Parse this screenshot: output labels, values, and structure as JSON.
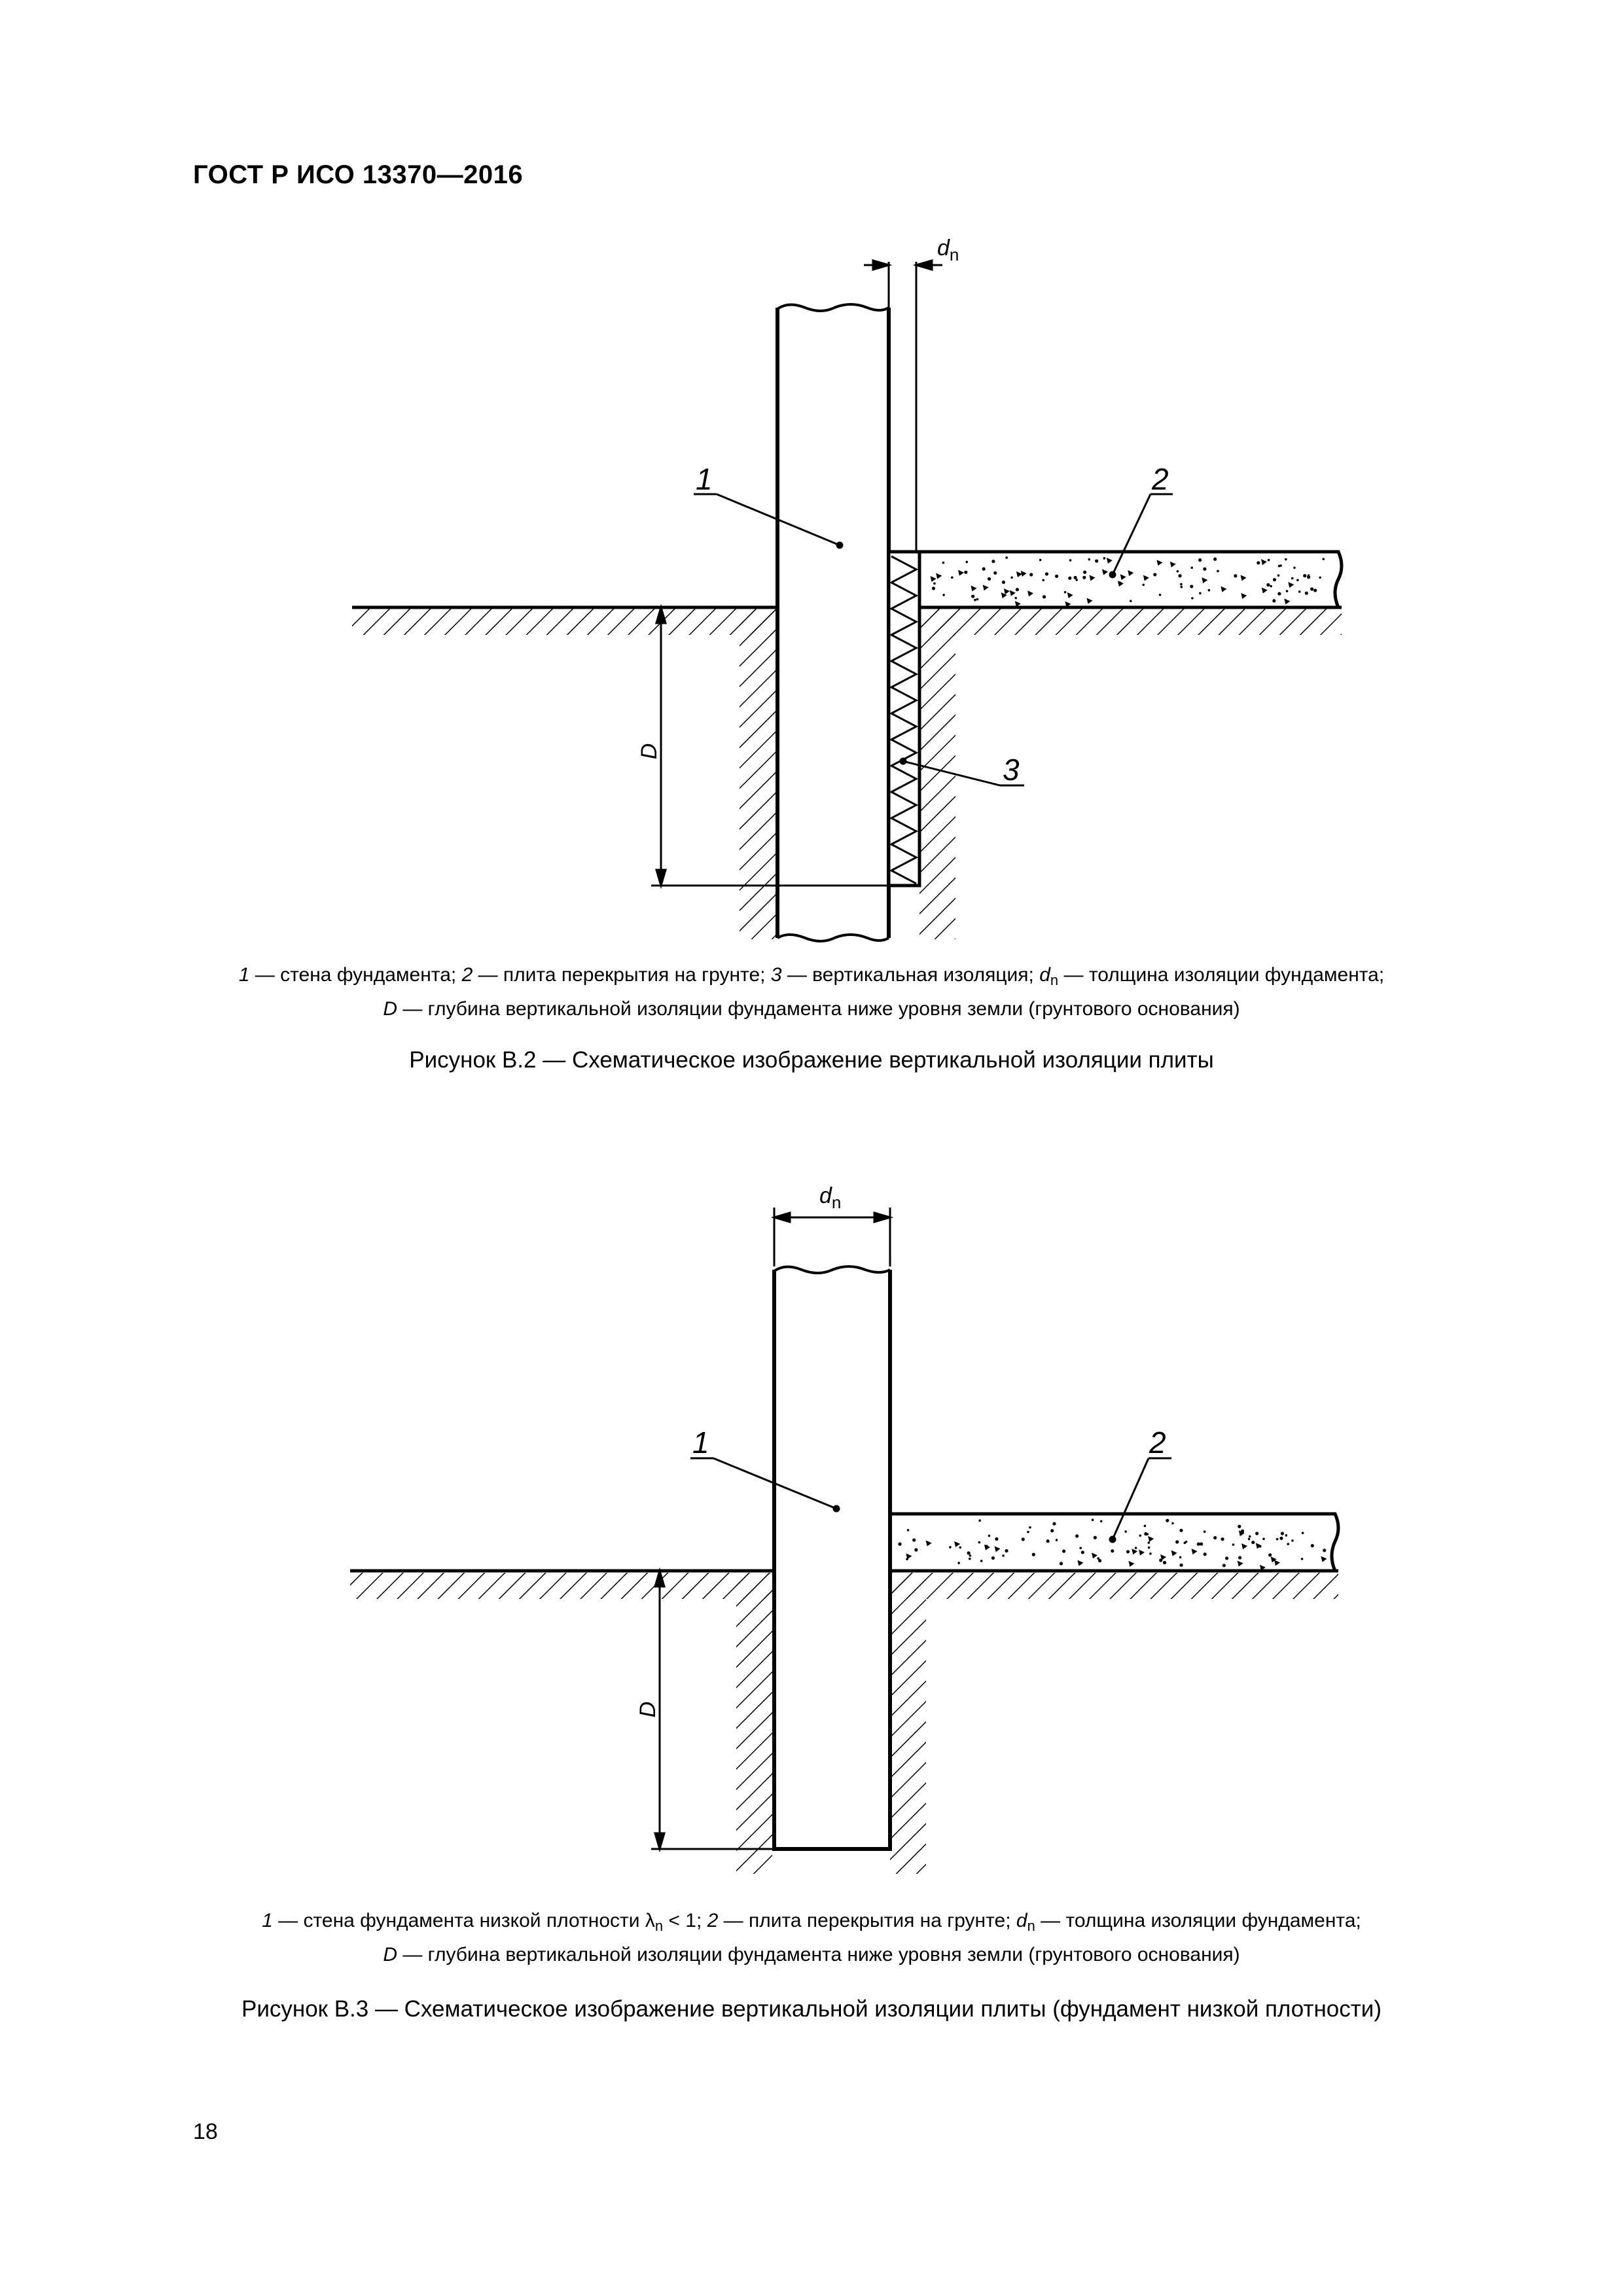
{
  "header": {
    "title": "ГОСТ Р ИСО 13370—2016"
  },
  "figure2": {
    "labels": {
      "wall": "1",
      "slab": "2",
      "insulation": "3",
      "depth": "D",
      "thickness_d": "d",
      "thickness_sub": "n"
    },
    "legend": {
      "line1": [
        {
          "k": "1",
          "t": " — стена фундамента; "
        },
        {
          "k": "2",
          "t": " — плита перекрытия на грунте; "
        },
        {
          "k": "3",
          "t": " — вертикальная изоляция; "
        },
        {
          "k": "d",
          "s": "n",
          "t": " — толщина изоляции фундамента;"
        }
      ],
      "line2": [
        {
          "k": "D",
          "t": " — глубина вертикальной изоляции фундамента ниже уровня земли (грунтового основания)"
        }
      ]
    },
    "caption": "Рисунок В.2 — Схематическое изображение вертикальной изоляции плиты"
  },
  "figure3": {
    "labels": {
      "wall": "1",
      "slab": "2",
      "depth": "D",
      "thickness_d": "d",
      "thickness_sub": "n"
    },
    "legend": {
      "line1": [
        {
          "k": "1",
          "t": " — стена фундамента низкой плотности "
        },
        {
          "sym": "λ",
          "s": "n",
          "t": " < 1; "
        },
        {
          "k": "2",
          "t": " — плита перекрытия на грунте; "
        },
        {
          "k": "d",
          "s": "n",
          "t": " — толщина изоляции фундамента;"
        }
      ],
      "line2": [
        {
          "k": "D",
          "t": " — глубина вертикальной изоляции фундамента ниже уровня земли (грунтового основания)"
        }
      ]
    },
    "caption": "Рисунок В.3 — Схематическое изображение вертикальной изоляции плиты (фундамент низкой плотности)"
  },
  "page_number": "18"
}
